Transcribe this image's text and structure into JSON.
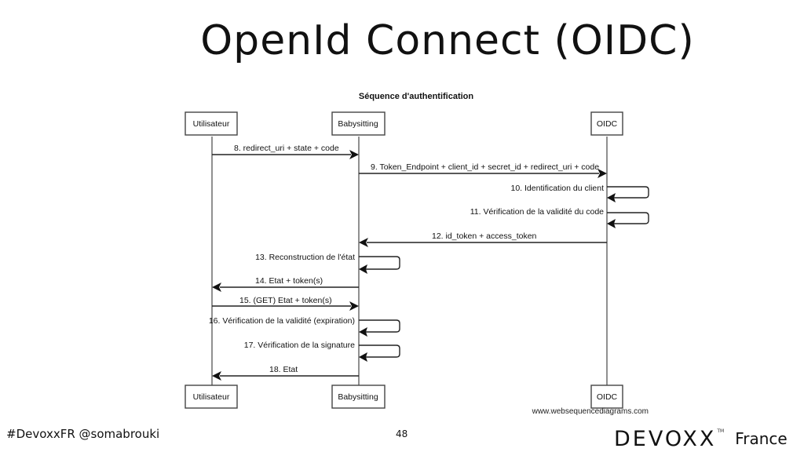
{
  "slide": {
    "title": "OpenId Connect (OIDC)",
    "footer_handle": "#DevoxxFR @somabrouki",
    "page_number": "48",
    "logo": {
      "word": "DEVOXX",
      "tm": "TM",
      "region": "France"
    }
  },
  "diagram": {
    "title": "Séquence d'authentification",
    "credit": "www.websequencediagrams.com",
    "participants": [
      "Utilisateur",
      "Babysitting",
      "OIDC"
    ],
    "messages": [
      {
        "from": 0,
        "to": 1,
        "label": "8. redirect_uri + state + code"
      },
      {
        "from": 1,
        "to": 2,
        "label": "9. Token_Endpoint  + client_id + secret_id + redirect_uri + code"
      },
      {
        "from": 2,
        "to": 2,
        "label": "10. Identification du client"
      },
      {
        "from": 2,
        "to": 2,
        "label": "11. Vérification de la validité du code"
      },
      {
        "from": 2,
        "to": 1,
        "label": "12. id_token + access_token"
      },
      {
        "from": 1,
        "to": 1,
        "label": "13. Reconstruction de l'état"
      },
      {
        "from": 1,
        "to": 0,
        "label": "14. Etat + token(s)"
      },
      {
        "from": 0,
        "to": 1,
        "label": "15. (GET) Etat + token(s)"
      },
      {
        "from": 1,
        "to": 1,
        "label": "16. Vérification de la validité (expiration)"
      },
      {
        "from": 1,
        "to": 1,
        "label": "17. Vérification de la signature"
      },
      {
        "from": 1,
        "to": 0,
        "label": "18. Etat"
      }
    ]
  }
}
